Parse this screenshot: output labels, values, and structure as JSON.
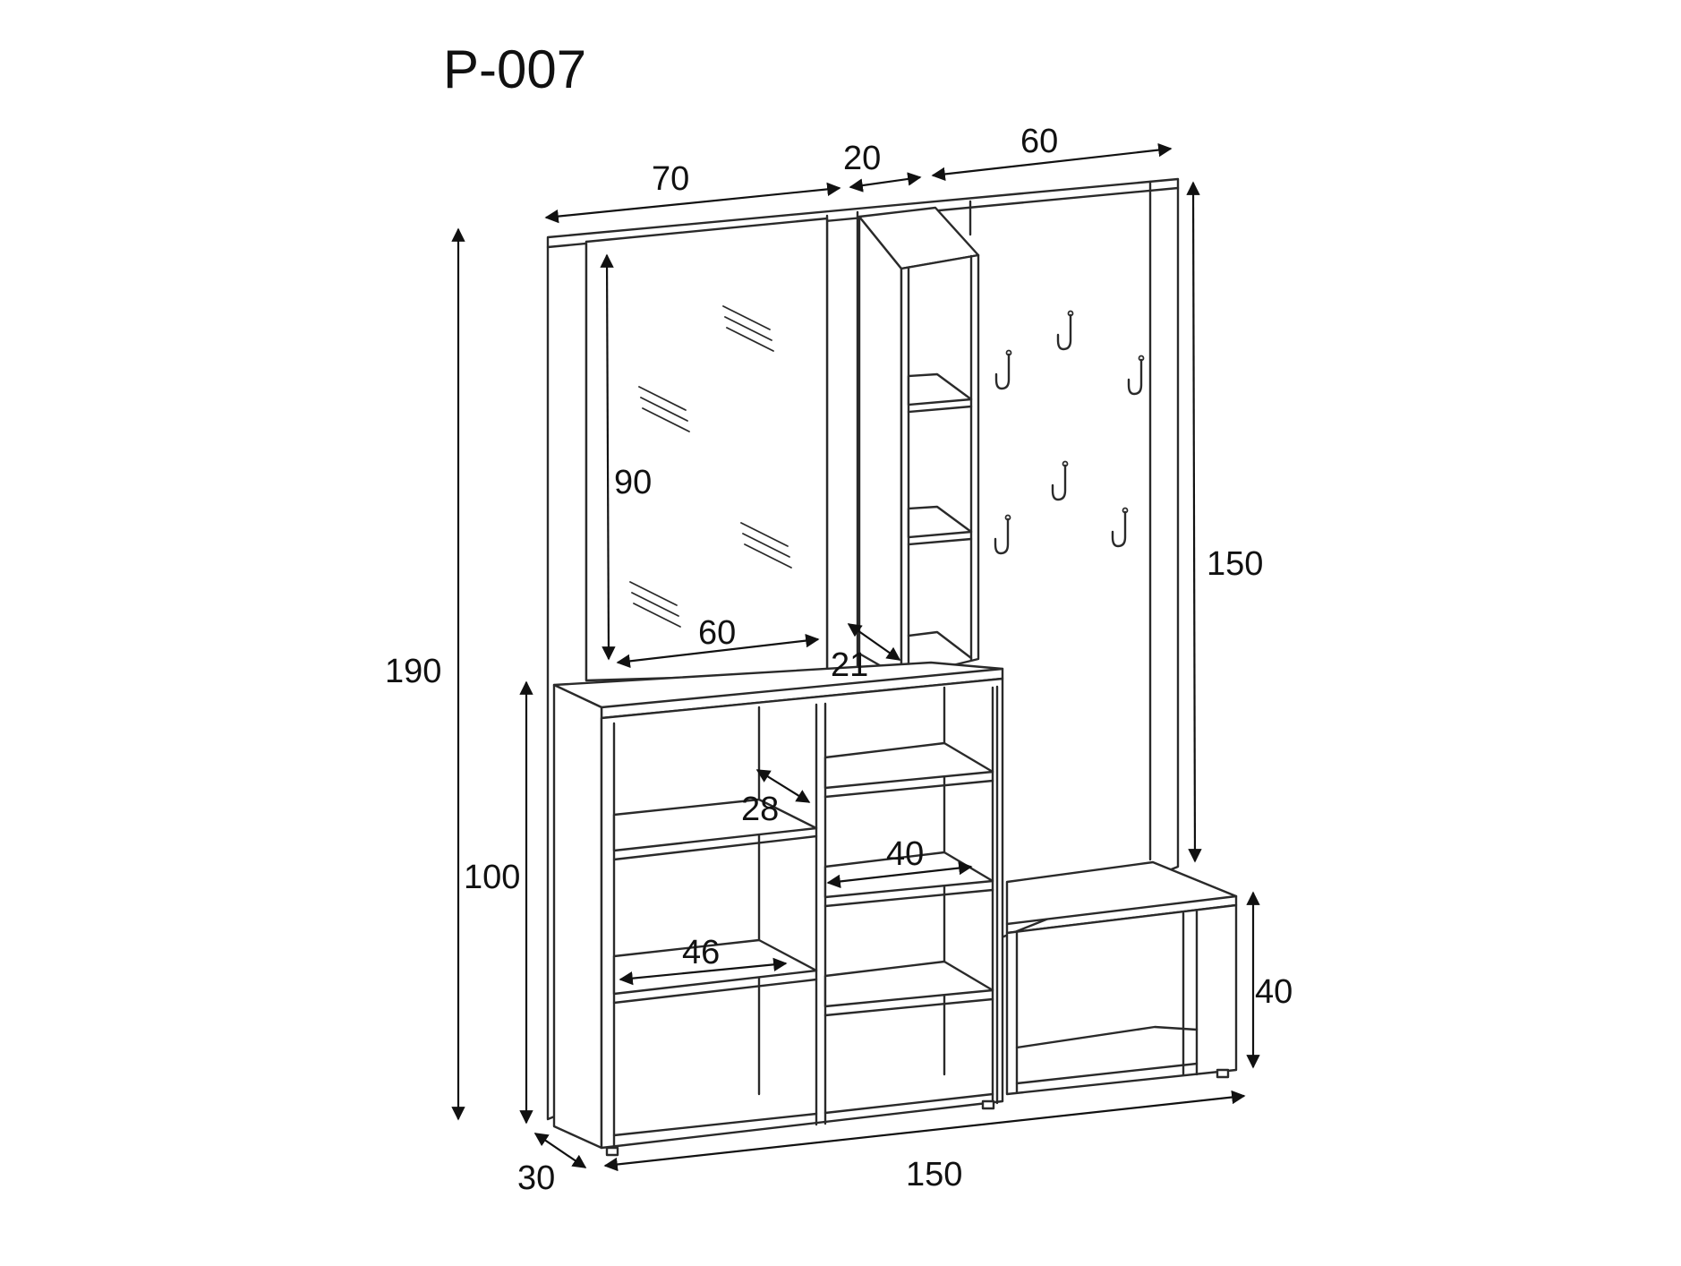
{
  "title": "P-007",
  "dimensions": {
    "width_left_panel": "70",
    "width_middle": "20",
    "width_right_panel": "60",
    "total_height": "190",
    "mirror_height": "90",
    "mirror_width": "60",
    "shelf_tower_depth": "21",
    "hanger_height": "150",
    "cabinet_height": "100",
    "compartment_depth": "28",
    "shelf_width_right": "40",
    "shelf_width_left": "46",
    "bench_height": "40",
    "depth": "30",
    "total_width": "150"
  },
  "colors": {
    "line": "#2a2a2a",
    "background": "#ffffff"
  },
  "hooks": {
    "count": 6
  }
}
